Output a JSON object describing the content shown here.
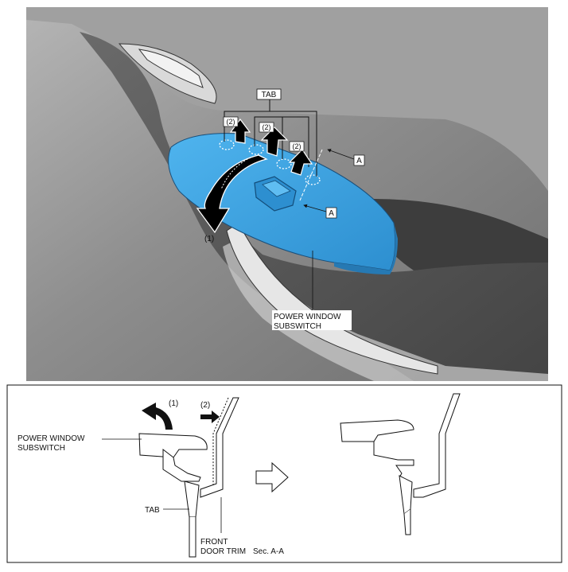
{
  "top_view": {
    "tab_label": "TAB",
    "step2_label_a": "(2)",
    "step2_label_b": "(2)",
    "step2_label_c": "(2)",
    "step1_label": "(1)",
    "section_marker_top": "A",
    "section_marker_bottom": "A",
    "part_label_line1": "POWER WINDOW",
    "part_label_line2": "SUBSWITCH",
    "colors": {
      "subswitch": "#3aa0e0",
      "trim_dark": "#585858",
      "trim_light": "#9a9a9a",
      "background": "#8a8a8a"
    }
  },
  "section_view": {
    "step1_label": "(1)",
    "step2_label": "(2)",
    "part_label_line1": "POWER WINDOW",
    "part_label_line2": "SUBSWITCH",
    "tab_label": "TAB",
    "trim_label_line1": "FRONT",
    "trim_label_line2": "DOOR TRIM",
    "caption": "Sec. A-A"
  }
}
